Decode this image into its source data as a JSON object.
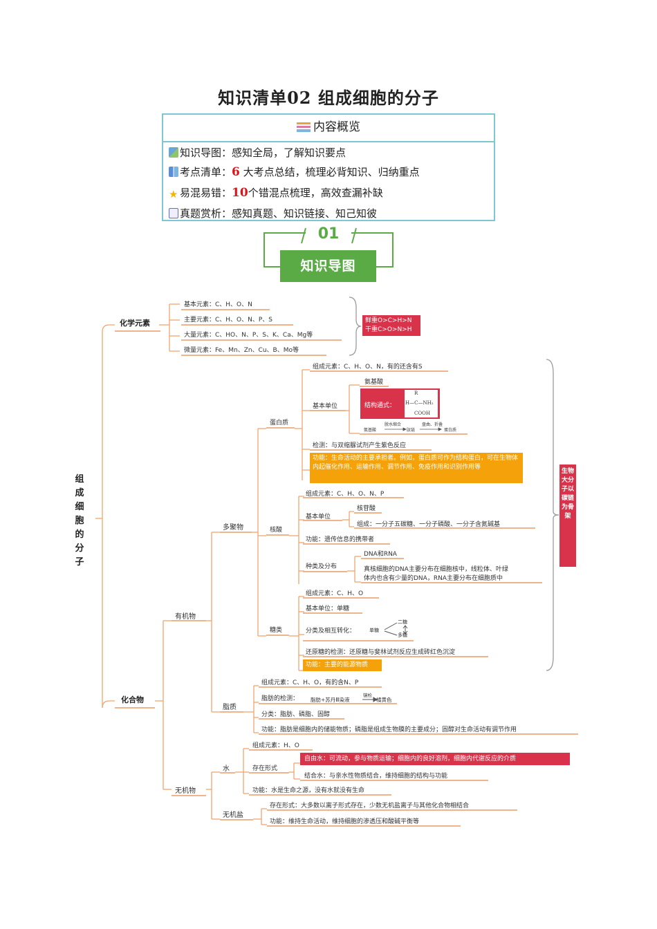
{
  "title": "知识清单02 组成细胞的分子",
  "overview": {
    "heading": "内容概览",
    "rows": [
      {
        "label": "知识导图",
        "pre": "",
        "num": "",
        "text": "感知全局，了解知识要点"
      },
      {
        "label": "考点清单",
        "pre": "",
        "num": "6",
        "text": "大考点总结，梳理必背知识、归纳重点"
      },
      {
        "label": "易混易错",
        "pre": "",
        "num": "10",
        "text": "个错混点梳理，高效查漏补缺"
      },
      {
        "label": "真题赏析",
        "pre": "",
        "num": "",
        "text": "感知真题、知识链接、知己知彼"
      }
    ],
    "sep": "："
  },
  "section": {
    "number": "01",
    "title": "知识导图"
  },
  "mindmap": {
    "root": "组成细胞的分子",
    "chem": {
      "label": "化学元素",
      "items": [
        "基本元素：C、H、O、N",
        "主要元素：C、H、O、N、P、S",
        "大量元素：C、HO、N、P、S、K、Ca、Mg等",
        "微量元素：Fe、Mn、Zn、Cu、B、Mo等"
      ],
      "note1": "鲜重O>C>H>N",
      "note2": "干重C>O>N>H"
    },
    "compound": "化合物",
    "organic": "有机物",
    "polymer": "多聚物",
    "side_note": "生物大分子以碳链为骨架",
    "protein": {
      "label": "蛋白质",
      "elements": "组成元素：C、H、O、N，有的还含有S",
      "unit_label": "基本单位",
      "amino": "氨基酸",
      "formula_label": "结构通式：",
      "formula": {
        "r": "R",
        "left": "H—C—NH₂",
        "bottom": "COOH",
        "mid": "H",
        "nh": "NH₂",
        "c": "C"
      },
      "chain": {
        "a": "氨基酸",
        "b": "脱水缩合",
        "c": "肽链",
        "d": "盘曲、折叠",
        "e": "蛋白质"
      },
      "test": "检测：与双缩脲试剂产生紫色反应",
      "function": "功能：生命活动的主要承担者。例如，蛋白质可作为结构蛋白，可在生物体内起催化作用、运输作用、调节作用、免疫作用和识别作用等"
    },
    "nucleic": {
      "label": "核酸",
      "elements": "组成元素：C、H、O、N、P",
      "unit_label": "基本单位",
      "nucleotide": "核苷酸",
      "composition": "组成：一分子五碳糖、一分子磷酸、一分子含氮碱基",
      "function": "功能：遗传信息的携带者",
      "kind_label": "种类及分布",
      "kinds": "DNA和RNA",
      "distribution1": "真核细胞的DNA主要分布在细胞核中，线粒体、叶绿",
      "distribution2": "体内也含有少量的DNA，RNA主要分布在细胞质中"
    },
    "sugar": {
      "label": "糖类",
      "elements": "组成元素：C、H、O",
      "unit": "基本单位：单糖",
      "class_label": "分类及相互转化：",
      "mono": "单糖",
      "di": "二糖",
      "poly": "多糖",
      "test": "还原糖的检测：还原糖与斐林试剂反应生成砖红色沉淀",
      "function": "功能：主要的能源物质"
    },
    "lipid": {
      "label": "脂质",
      "elements": "组成元素：C、H、O，有的含N、P",
      "test_label": "脂肪的检测：",
      "test_a": "脂肪+苏丹Ⅲ染液",
      "test_b": "镜检",
      "test_c": "橘黄色",
      "classes": "分类：脂肪、磷脂、固醇",
      "function": "功能：脂肪是细胞内的储能物质；磷脂是组成生物膜的主要成分；固醇对生命活动有调节作用"
    },
    "inorganic": "无机物",
    "water": {
      "label": "水",
      "elements": "组成元素：H、O",
      "form_label": "存在形式",
      "free": "自由水：可流动，参与物质运输；细胞内的良好溶剂，细胞内代谢反应的介质",
      "bound": "结合水：与亲水性物质结合，维持细胞的结构与功能",
      "function": "功能：水是生命之源，没有水就没有生命"
    },
    "salt": {
      "label": "无机盐",
      "form": "存在形式：大多数以离子形式存在，少数无机盐离子与其他化合物相结合",
      "function": "功能：维持生命活动，维持细胞的渗透压和酸碱平衡等"
    }
  },
  "colors": {
    "green": "#5aab46",
    "red": "#d8141c",
    "orange": "#f5a20a",
    "branch": "#f2a46e",
    "border": "#7fc6d4"
  }
}
